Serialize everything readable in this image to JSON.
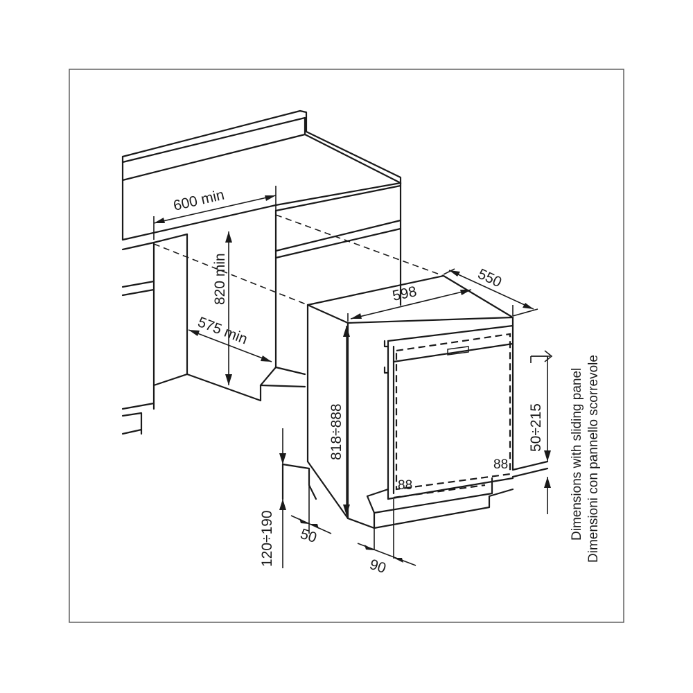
{
  "dimensions": {
    "niche_width": "600 min",
    "niche_height": "820 min",
    "niche_depth": "575 min",
    "appliance_width": "598",
    "appliance_depth": "550",
    "appliance_height": "818÷888",
    "plinth_height": "120÷190",
    "plinth_setback": "50",
    "door_offset": "90",
    "sliding_panel_range": "50÷215"
  },
  "notes": {
    "line1": "Dimensions with sliding panel",
    "line2": "Dimensioni con pannello scorrevole"
  }
}
